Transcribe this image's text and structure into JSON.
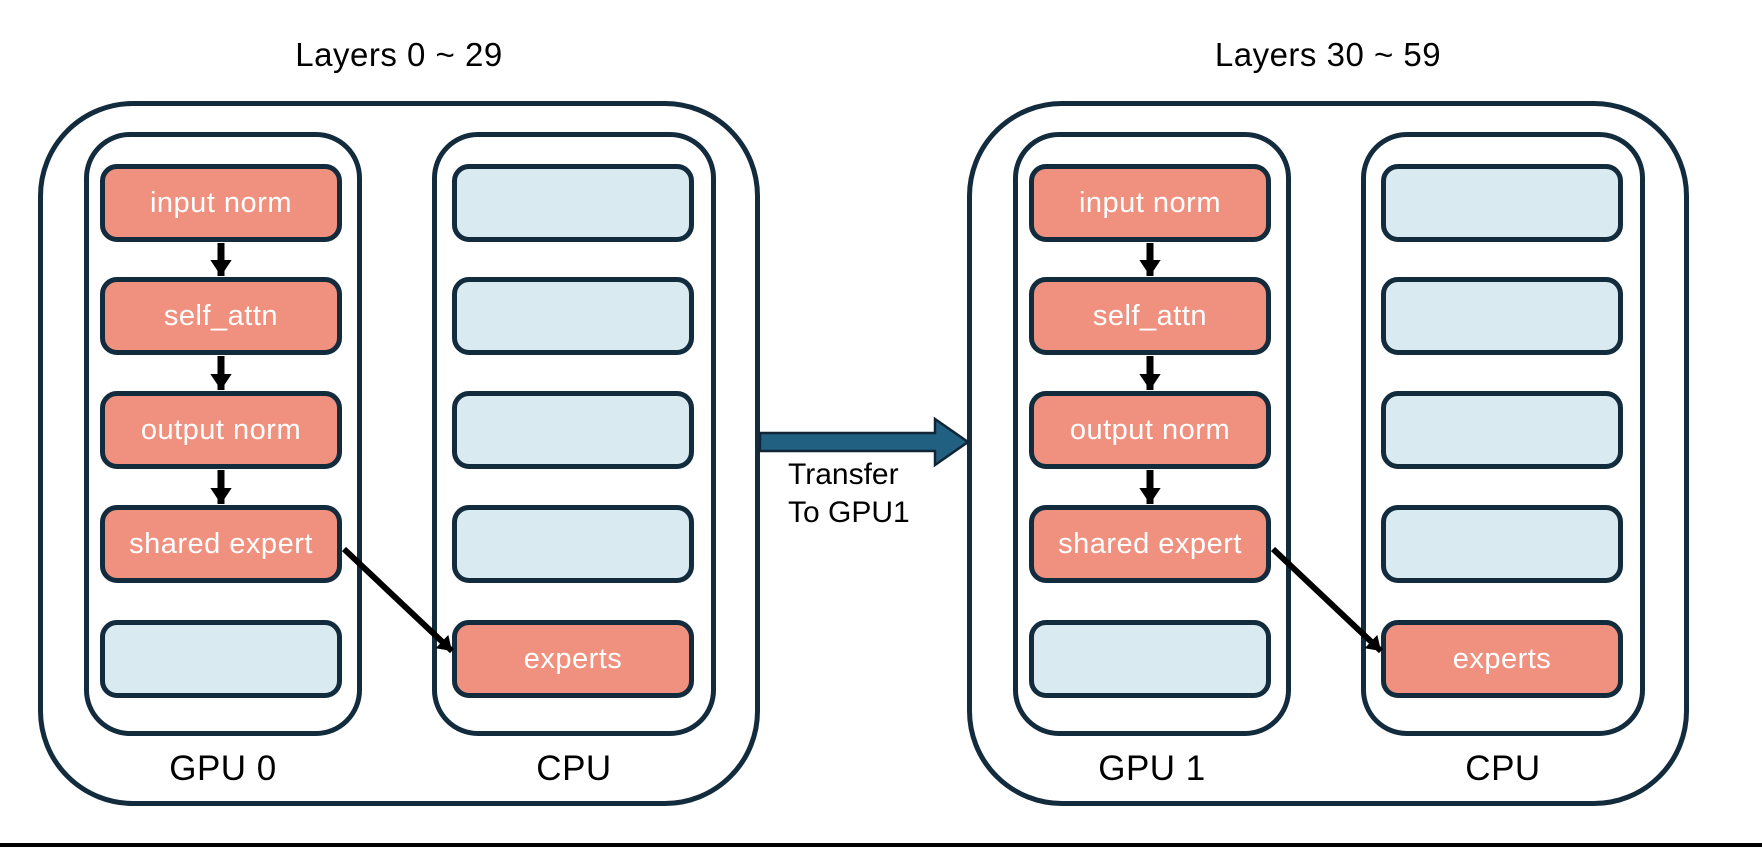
{
  "diagram": {
    "groups": [
      {
        "title": "Layers 0 ~ 29",
        "gpu": {
          "label": "GPU 0",
          "blocks": [
            {
              "label": "input norm",
              "filled": true
            },
            {
              "label": "self_attn",
              "filled": true
            },
            {
              "label": "output norm",
              "filled": true
            },
            {
              "label": "shared expert",
              "filled": true
            },
            {
              "label": "",
              "filled": false
            }
          ]
        },
        "cpu": {
          "label": "CPU",
          "blocks": [
            {
              "label": "",
              "filled": false
            },
            {
              "label": "",
              "filled": false
            },
            {
              "label": "",
              "filled": false
            },
            {
              "label": "",
              "filled": false
            },
            {
              "label": "experts",
              "filled": true
            }
          ]
        }
      },
      {
        "title": "Layers 30 ~ 59",
        "gpu": {
          "label": "GPU 1",
          "blocks": [
            {
              "label": "input norm",
              "filled": true
            },
            {
              "label": "self_attn",
              "filled": true
            },
            {
              "label": "output norm",
              "filled": true
            },
            {
              "label": "shared expert",
              "filled": true
            },
            {
              "label": "",
              "filled": false
            }
          ]
        },
        "cpu": {
          "label": "CPU",
          "blocks": [
            {
              "label": "",
              "filled": false
            },
            {
              "label": "",
              "filled": false
            },
            {
              "label": "",
              "filled": false
            },
            {
              "label": "",
              "filled": false
            },
            {
              "label": "experts",
              "filled": true
            }
          ]
        }
      }
    ],
    "transfer": {
      "line1": "Transfer",
      "line2": "To GPU1"
    },
    "colors": {
      "block_active": "#F0917F",
      "block_empty": "#D9EAF1",
      "outline": "#122B3D",
      "transfer_fill": "#216080",
      "transfer_outline": "#102636",
      "flow_arrow": "#000000",
      "text_dark": "#000000",
      "text_light": "#FFFFFF"
    }
  }
}
